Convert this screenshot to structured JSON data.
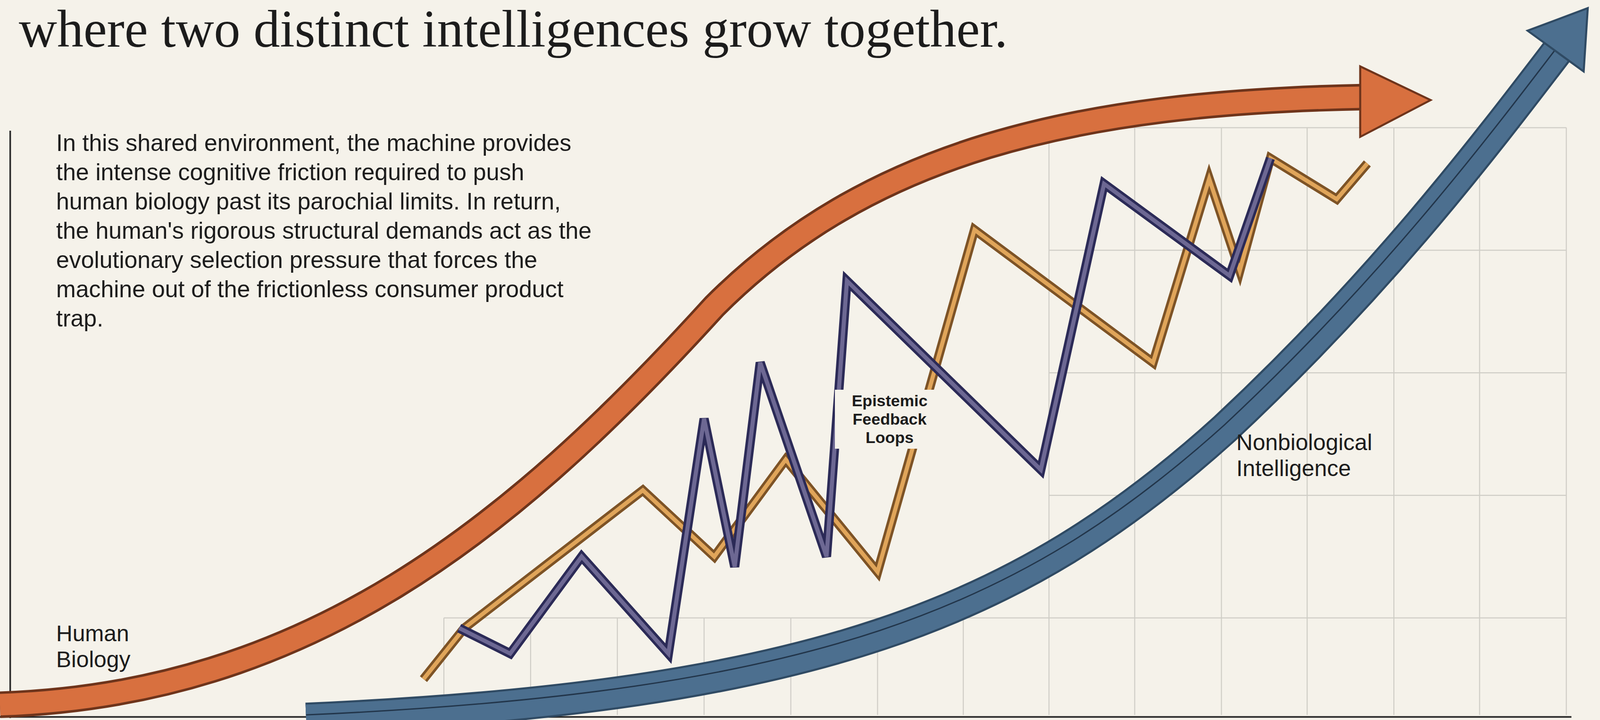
{
  "diagram": {
    "title": "where two distinct intelligences grow together.",
    "labels": [
      "In this shared environment, the machine provides the intense cognitive friction required to push human biology past its parochial limits. In return, the human's rigorous structural demands act as the evolutionary selection pressure that forces the machine out of the frictionless consumer product trap.",
      "Human Biology",
      "Epistemic Feedback Loops",
      "Nonbiological Intelligence"
    ]
  }
}
